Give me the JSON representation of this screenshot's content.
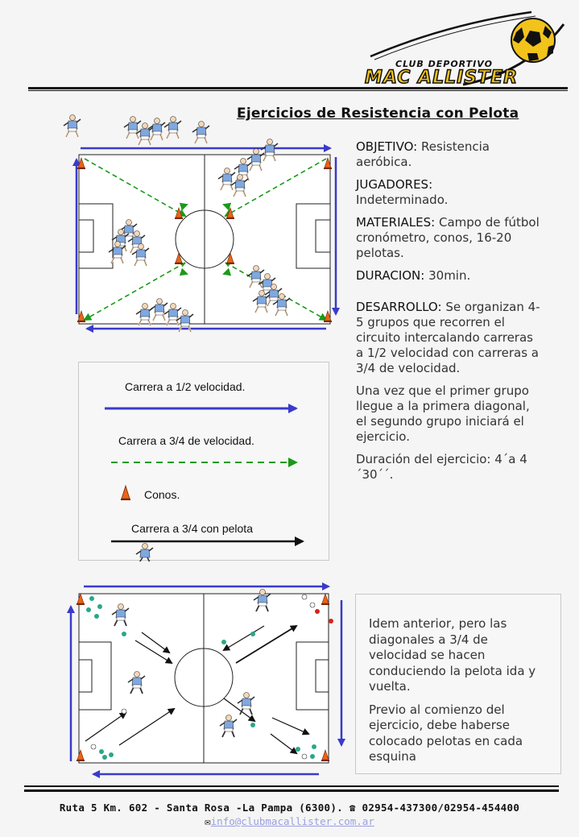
{
  "logo": {
    "line1": "CLUB DEPORTIVO",
    "line2": "MAC ALLISTER"
  },
  "title": "Ejercicios de Resistencia con Pelota",
  "info": {
    "objetivo_label": "OBJETIVO:",
    "objetivo_text": "Resistencia aeróbica.",
    "jugadores_label": "JUGADORES:",
    "jugadores_text": "Indeterminado.",
    "materiales_label": "MATERIALES:",
    "materiales_text": "Campo de fútbol cronómetro, conos, 16-20 pelotas.",
    "duracion_label": "DURACION:",
    "duracion_text": "30min.",
    "desarrollo_label": "DESARROLLO:",
    "desarrollo_text": "Se organizan 4-5 grupos que recorren el circuito intercalando carreras a 1/2 velocidad con carreras a 3/4 de velocidad.",
    "para2": "Una vez que el primer grupo llegue a la primera diagonal, el segundo grupo iniciará el ejercicio.",
    "para3": "Duración del ejercicio: 4´a 4´30´´."
  },
  "legend": {
    "item1": "Carrera a 1/2 velocidad.",
    "item2": "Carrera a 3/4 de velocidad.",
    "item3": "Conos.",
    "item4": "Carrera a 3/4 con pelota"
  },
  "desc2": {
    "para1": "Idem anterior, pero las diagonales a 3/4 de velocidad se hacen conduciendo la pelota ida y vuelta.",
    "para2": "Previo al comienzo del ejercicio, debe haberse colocado pelotas en cada esquina"
  },
  "footer": {
    "address": "Ruta 5 Km. 602 - Santa Rosa -La Pampa (6300).",
    "phone_icon": "☎",
    "phones": "02954-437300/02954-454400",
    "mail_icon": "✉",
    "email": "info@clubmacallister.com.ar"
  },
  "colors": {
    "blue_arrow": "#3a3acc",
    "green_dash": "#1a9a1a",
    "cone": "#e8641a",
    "player_shirt": "#7fa8e0",
    "logo_yellow": "#f2c31b"
  }
}
